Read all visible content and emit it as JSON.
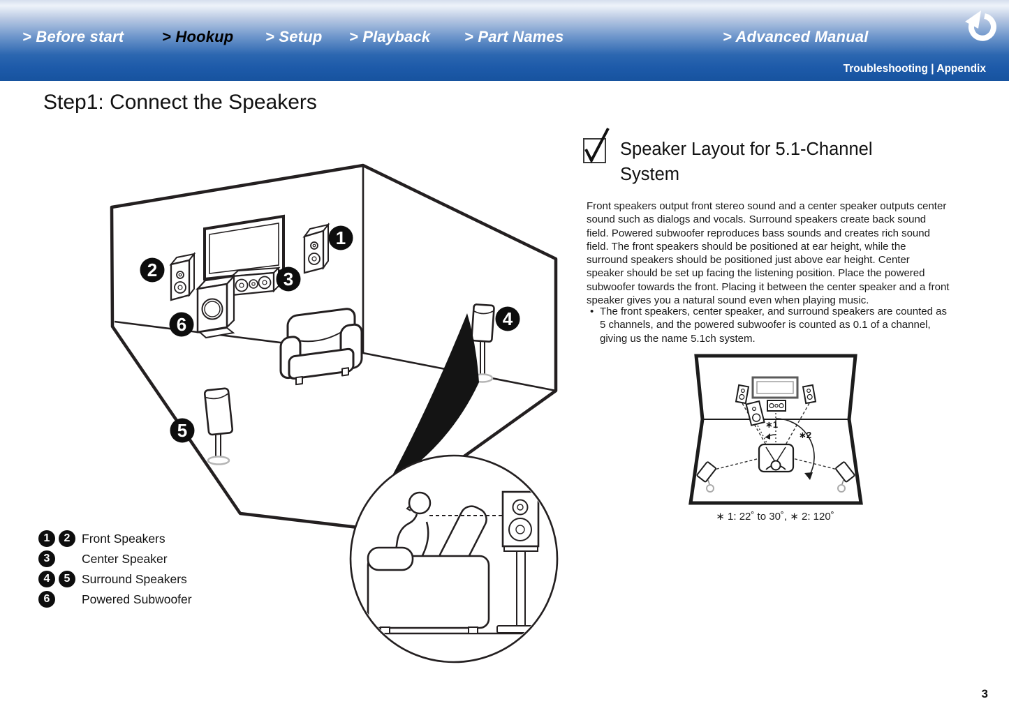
{
  "header": {
    "nav_items": [
      {
        "label": "> Before start"
      },
      {
        "label": "> Hookup"
      },
      {
        "label": "> Setup"
      },
      {
        "label": "> Playback"
      },
      {
        "label": "> Part Names"
      },
      {
        "label": "> Advanced Manual"
      }
    ],
    "sub_nav": "Troubleshooting | Appendix",
    "back_icon": "undo-arrow",
    "bar_color": "#1d5aa9"
  },
  "page": {
    "title": "Step1: Connect the Speakers",
    "page_number": "3"
  },
  "section": {
    "checkbox_icon": "checkmark",
    "heading_lines": [
      "Speaker Layout for 5.1-Channel",
      "System"
    ],
    "body_lines": [
      "Front speakers output front stereo sound and a center speaker outputs center",
      "sound such as dialogs and vocals. Surround speakers create back sound",
      "field. Powered subwoofer reproduces bass sounds and creates rich sound",
      "field. The front speakers should be positioned at ear height, while the",
      "surround speakers should be positioned just above ear height. Center",
      "speaker should be set up facing the listening position. Place the powered",
      "subwoofer towards the front. Placing it between the center speaker and a front",
      "speaker gives you a natural sound even when playing music."
    ],
    "bullet_lines": [
      "The front speakers, center speaker, and surround speakers are counted as",
      "5 channels, and the powered subwoofer is counted as 0.1 of a channel,",
      "giving us the name 5.1ch system."
    ]
  },
  "room_diagram": {
    "badge_labels": [
      "1",
      "2",
      "3",
      "4",
      "5",
      "6"
    ]
  },
  "layout_diagram": {
    "angle_label_1": "∗1",
    "angle_label_2": "∗2",
    "caption": "∗ 1: 22˚ to 30˚,  ∗ 2: 120˚"
  },
  "legend": {
    "items": [
      {
        "badges": [
          "1",
          "2"
        ],
        "label": "Front Speakers"
      },
      {
        "badges": [
          "3"
        ],
        "label": "Center Speaker"
      },
      {
        "badges": [
          "4",
          "5"
        ],
        "label": "Surround Speakers"
      },
      {
        "badges": [
          "6"
        ],
        "label": "Powered Subwoofer"
      }
    ]
  }
}
